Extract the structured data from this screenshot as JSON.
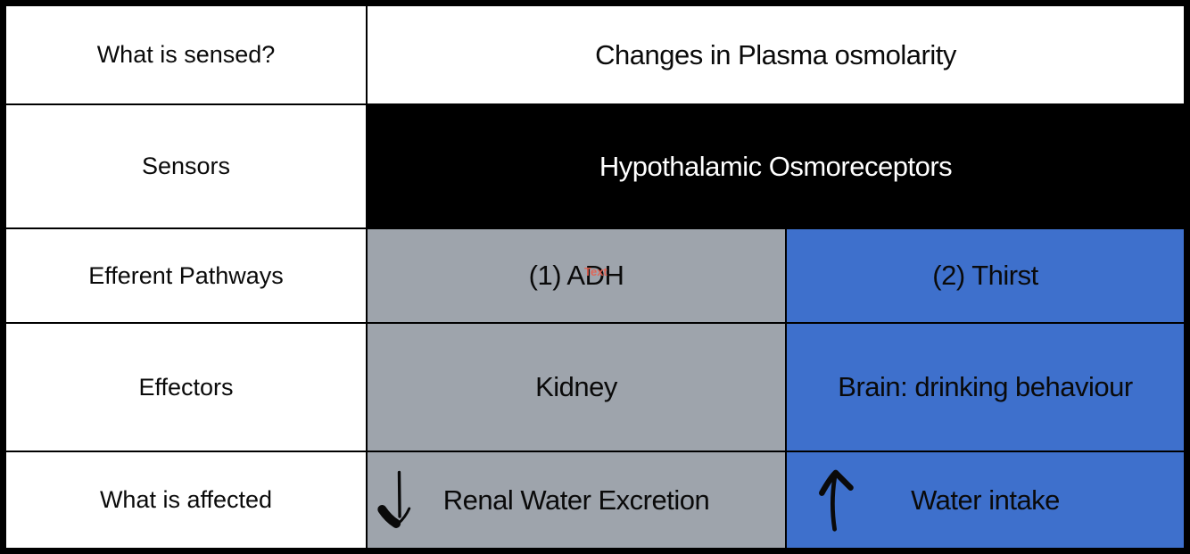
{
  "colors": {
    "border": "#000000",
    "gray": "#9ea4ac",
    "blue": "#3e70cc",
    "annotation": "#e8604f",
    "sensor_band_bg": "#000000",
    "sensor_band_text": "#ffffff"
  },
  "rows": [
    {
      "header": "What is sensed?",
      "cells": [
        {
          "text": "Changes in Plasma osmolarity"
        }
      ]
    },
    {
      "header": "Sensors",
      "cells": [
        {
          "text": "Hypothalamic Osmoreceptors"
        }
      ]
    },
    {
      "header": "Efferent Pathways",
      "cells": [
        {
          "text": "(1) ADH"
        },
        {
          "text": "(2) Thirst"
        }
      ]
    },
    {
      "header": "Effectors",
      "cells": [
        {
          "text": "Kidney"
        },
        {
          "text": "Brain: drinking behaviour"
        }
      ]
    },
    {
      "header": "What is affected",
      "cells": [
        {
          "text": "Renal Water Excretion",
          "arrow": "down"
        },
        {
          "text": "Water intake",
          "arrow": "up"
        }
      ]
    }
  ],
  "annotation": {
    "text": "Text"
  }
}
